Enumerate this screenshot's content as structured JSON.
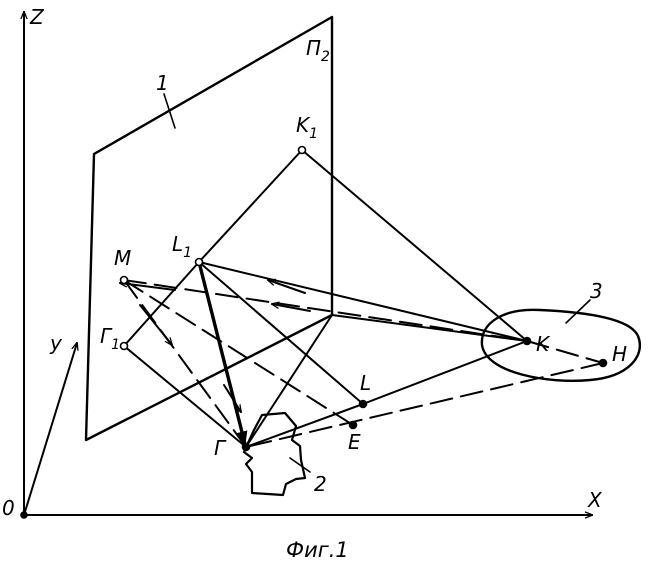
{
  "axes": {
    "z": "Z",
    "y": "y",
    "x": "X",
    "origin": "0"
  },
  "points": {
    "k1": "K",
    "k1_sub": "1",
    "l1": "L",
    "l1_sub": "1",
    "m": "M",
    "g1": "Γ",
    "g1_sub": "1",
    "k": "K",
    "h": "H",
    "l": "L",
    "e": "E",
    "g": "Г"
  },
  "plane": {
    "label": "П",
    "sub": "2"
  },
  "callouts": {
    "screen": "1",
    "observer": "2",
    "object": "3"
  },
  "caption": "Фиг.1"
}
